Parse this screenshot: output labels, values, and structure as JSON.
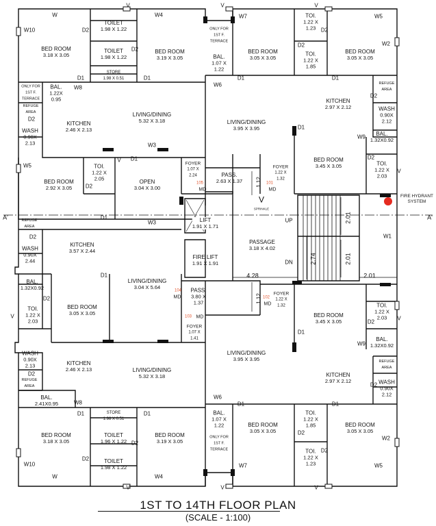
{
  "rooms": [
    {
      "id": "bed-nw-1",
      "name": "BED ROOM",
      "dims": "3.18 X 3.05"
    },
    {
      "id": "bed-nw-2",
      "name": "BED ROOM",
      "dims": "3.19 X 3.05"
    },
    {
      "id": "toilet-nw-1",
      "name": "TOILET",
      "dims": "1.98 X 1.22"
    },
    {
      "id": "toilet-nw-2",
      "name": "TOILET",
      "dims": "1.98 X 1.22"
    },
    {
      "id": "store-nw",
      "name": "STORE",
      "dims": "1.98 X 0.51"
    },
    {
      "id": "terrace-n",
      "name": "ONLY FOR 1ST F. TERRACE",
      "dims": ""
    },
    {
      "id": "bal-n",
      "name": "BAL.",
      "dims": "1.07 X 1.22"
    },
    {
      "id": "bed-ne-1",
      "name": "BED ROOM",
      "dims": "3.05 X 3.05"
    },
    {
      "id": "bed-ne-2",
      "name": "BED ROOM",
      "dims": "3.05 X 3.05"
    },
    {
      "id": "toi-ne-1",
      "name": "TOI.",
      "dims": "1.22 X 1.23"
    },
    {
      "id": "toi-ne-2",
      "name": "TOI.",
      "dims": "1.22 X 1.85"
    },
    {
      "id": "terrace-nw",
      "name": "ONLY FOR 1ST F. TERRACE",
      "dims": ""
    },
    {
      "id": "bal-nw",
      "name": "BAL.",
      "dims": "1.22X 0.95"
    },
    {
      "id": "refuge-nw",
      "name": "REFUGE AREA",
      "dims": ""
    },
    {
      "id": "kitchen-nw",
      "name": "KITCHEN",
      "dims": "2.46 X 2.13"
    },
    {
      "id": "wash-nw",
      "name": "WASH",
      "dims": "0.90X 2.13"
    },
    {
      "id": "living-nw",
      "name": "LIVING/DINING",
      "dims": "5.32 X 3.18"
    },
    {
      "id": "living-ne",
      "name": "LIVING/DINING",
      "dims": "3.95 X 3.95"
    },
    {
      "id": "kitchen-ne",
      "name": "KITCHEN",
      "dims": "2.97 X 2.12"
    },
    {
      "id": "refuge-ne",
      "name": "REFUGE AREA",
      "dims": ""
    },
    {
      "id": "wash-ne",
      "name": "WASH",
      "dims": "0.90X 2.12"
    },
    {
      "id": "bal-ne",
      "name": "BAL.",
      "dims": "1.32X0.92"
    },
    {
      "id": "bed-w-1",
      "name": "BED ROOM",
      "dims": "2.92 X 3.05"
    },
    {
      "id": "toi-w-1",
      "name": "TOI.",
      "dims": "1.22 X 2.05"
    },
    {
      "id": "open",
      "name": "OPEN",
      "dims": "3.04 X 3.00"
    },
    {
      "id": "foyer-105",
      "name": "FOYER",
      "dims": "1.07 X 2.24"
    },
    {
      "id": "pass-n",
      "name": "PASS.",
      "dims": "2.63 X 1.37"
    },
    {
      "id": "foyer-101",
      "name": "FOYER",
      "dims": "1.22 X 1.32"
    },
    {
      "id": "bed-e-1",
      "name": "BED ROOM",
      "dims": "3.45 X 3.05"
    },
    {
      "id": "toi-e-1",
      "name": "TOI.",
      "dims": "1.22 X 2.03"
    },
    {
      "id": "lift",
      "name": "LIFT",
      "dims": "1.91 X 1.71"
    },
    {
      "id": "fire-lift",
      "name": "FIRE LIFT",
      "dims": "1.91 X 1.91"
    },
    {
      "id": "passage",
      "name": "PASSAGE",
      "dims": "3.18 X 4.02"
    },
    {
      "id": "refuge-w",
      "name": "REFUGE AREA",
      "dims": ""
    },
    {
      "id": "wash-w",
      "name": "WASH",
      "dims": "0.90X 2.44"
    },
    {
      "id": "kitchen-w",
      "name": "KITCHEN",
      "dims": "3.57 X 2.44"
    },
    {
      "id": "bal-w",
      "name": "BAL.",
      "dims": "1.32X0.92"
    },
    {
      "id": "toi-w-2",
      "name": "TOI.",
      "dims": "1.22 X 2.03"
    },
    {
      "id": "bed-w-2",
      "name": "BED ROOM",
      "dims": "3.05 X 3.05"
    },
    {
      "id": "living-w",
      "name": "LIVING/DINING",
      "dims": "3.04 X 5.64"
    },
    {
      "id": "pass-s",
      "name": "PASS.",
      "dims": "3.80 X 1.37"
    },
    {
      "id": "foyer-103",
      "name": "FOYER",
      "dims": "1.07 X 1.41"
    },
    {
      "id": "foyer-102",
      "name": "FOYER",
      "dims": "1.22 X 1.32"
    },
    {
      "id": "bed-e-2",
      "name": "BED ROOM",
      "dims": "3.45 X 3.05"
    },
    {
      "id": "toi-e-2",
      "name": "TOI.",
      "dims": "1.22 X 2.03"
    },
    {
      "id": "bal-e",
      "name": "BAL.",
      "dims": "1.32X0.92"
    },
    {
      "id": "wash-sw",
      "name": "WASH",
      "dims": "0.90X 2.13"
    },
    {
      "id": "refuge-sw",
      "name": "REFUGE AREA",
      "dims": ""
    },
    {
      "id": "kitchen-sw",
      "name": "KITCHEN",
      "dims": "2.46 X 2.13"
    },
    {
      "id": "living-sw",
      "name": "LIVING/DINING",
      "dims": "5.32 X 3.18"
    },
    {
      "id": "living-se",
      "name": "LIVING/DINING",
      "dims": "3.95 X 3.95"
    },
    {
      "id": "kitchen-se",
      "name": "KITCHEN",
      "dims": "2.97 X 2.12"
    },
    {
      "id": "refuge-se",
      "name": "REFUGE AREA",
      "dims": ""
    },
    {
      "id": "wash-se",
      "name": "WASH",
      "dims": "0.90X 2.12"
    },
    {
      "id": "bal-sw",
      "name": "BAL.",
      "dims": "2.41X0.95"
    },
    {
      "id": "store-sw",
      "name": "STORE",
      "dims": "1.98 X 0.51"
    },
    {
      "id": "bed-sw-1",
      "name": "BED ROOM",
      "dims": "3.18 X 3.05"
    },
    {
      "id": "toilet-sw-1",
      "name": "TOILET",
      "dims": "1.96 X 1.22"
    },
    {
      "id": "bed-sw-2",
      "name": "BED ROOM",
      "dims": "3.19 X 3.05"
    },
    {
      "id": "toilet-sw-2",
      "name": "TOILET",
      "dims": "1.98 X 1.22"
    },
    {
      "id": "bal-s",
      "name": "BAL.",
      "dims": "1.07 X 1.22"
    },
    {
      "id": "terrace-s",
      "name": "ONLY FOR 1ST F. TERRACE",
      "dims": ""
    },
    {
      "id": "bed-se-1",
      "name": "BED ROOM",
      "dims": "3.05 X 3.05"
    },
    {
      "id": "bed-se-2",
      "name": "BED ROOM",
      "dims": "3.05 X 3.05"
    },
    {
      "id": "toi-se-1",
      "name": "TOI.",
      "dims": "1.22 X 1.85"
    },
    {
      "id": "toi-se-2",
      "name": "TOI.",
      "dims": "1.22 X 1.23"
    }
  ],
  "tags": {
    "w": "W",
    "w2": "W2",
    "w3": "W3",
    "w4": "W4",
    "w5": "W5",
    "w6": "W6",
    "w7": "W7",
    "w8": "W8",
    "w9": "W9",
    "w10": "W10",
    "w1": "W1",
    "d1": "D1",
    "d2": "D2",
    "v": "V",
    "md": "MD"
  },
  "flat_numbers": [
    "105",
    "101",
    "104",
    "102",
    "103"
  ],
  "dimensions": [
    "1.12",
    "2.01",
    "2.01",
    "2.01",
    "2.74",
    "4.28",
    "1.12"
  ],
  "labels": {
    "up": "UP",
    "dn": "DN",
    "sprinkle": "SPRINKLE",
    "section_left": "A'",
    "section_right": "A'",
    "fire_hydrant": "FIRE HYDRANT SYSTEM"
  },
  "colors": {
    "flat_number": "#e2532b",
    "hydrant": "#e52b20",
    "line": "#111111"
  },
  "footer": {
    "title": "1ST TO 14TH FLOOR PLAN",
    "scale": "(SCALE - 1:100)"
  }
}
